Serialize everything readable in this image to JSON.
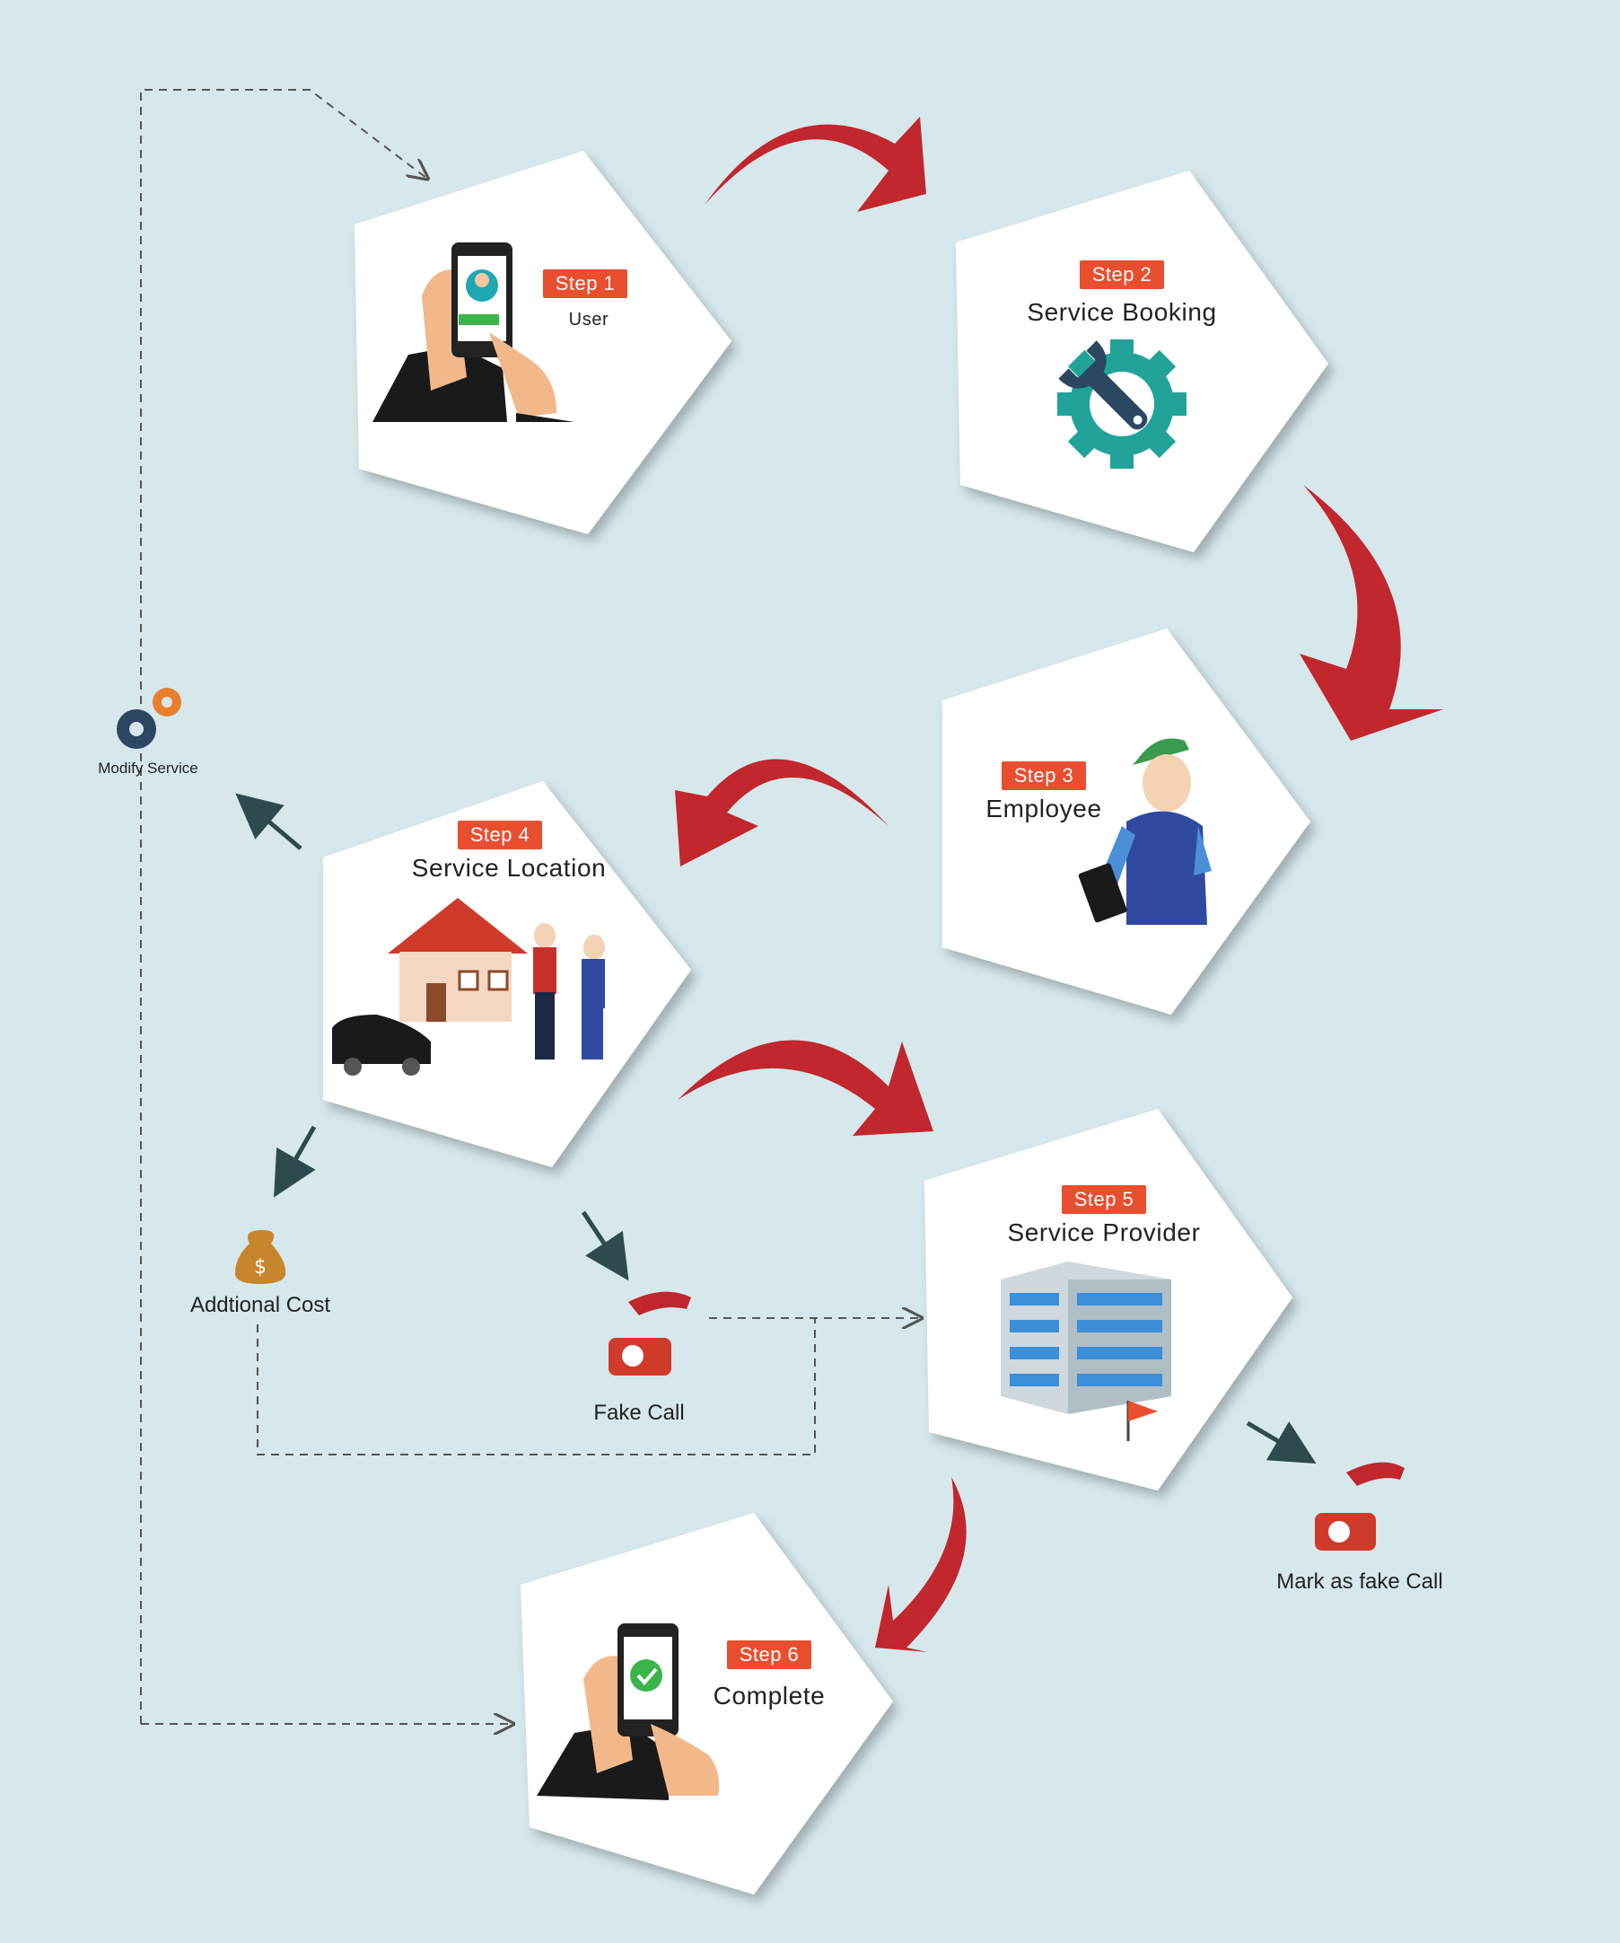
{
  "colors": {
    "background": "#d6e8ec",
    "badge": "#e94e2f",
    "curved_arrow": "#c1272d",
    "connector": "#2f4a4e"
  },
  "steps": [
    {
      "badge": "Step 1",
      "title": "User"
    },
    {
      "badge": "Step 2",
      "title": "Service Booking"
    },
    {
      "badge": "Step 3",
      "title": "Employee"
    },
    {
      "badge": "Step 4",
      "title": "Service Location"
    },
    {
      "badge": "Step 5",
      "title": "Service Provider"
    },
    {
      "badge": "Step 6",
      "title": "Complete"
    }
  ],
  "side_labels": {
    "modify_service": "Modify Service",
    "additional_cost": "Addtional Cost",
    "fake_call": "Fake Call",
    "mark_fake_call": "Mark as fake Call"
  },
  "icons": {
    "step1": "phone-call-hand-icon",
    "step2": "gear-wrench-icon",
    "step3": "worker-clipboard-icon",
    "step4": "house-car-workers-icon",
    "step5": "office-building-icon",
    "step6": "phone-check-hand-icon",
    "modify": "gears-icon",
    "cost": "money-bag-icon",
    "fake": "red-telephone-icon",
    "mark": "red-telephone-icon"
  }
}
